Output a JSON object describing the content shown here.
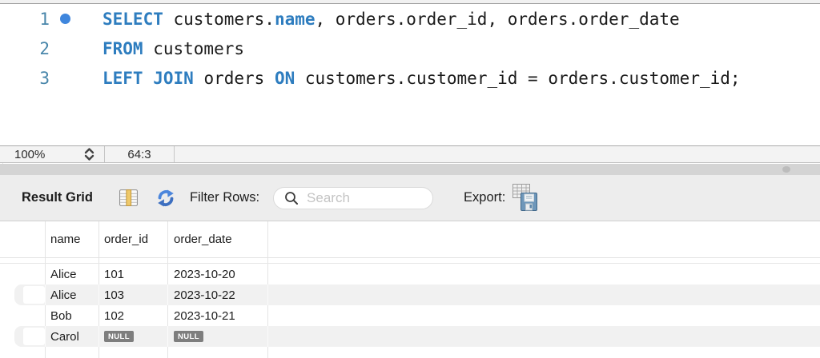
{
  "editor": {
    "lines": [
      {
        "number": "1",
        "has_marker": true,
        "segments": [
          {
            "type": "keyword",
            "text": "SELECT"
          },
          {
            "type": "plain",
            "text": " customers."
          },
          {
            "type": "keyword",
            "text": "name"
          },
          {
            "type": "plain",
            "text": ", orders.order_id, orders.order_date"
          }
        ]
      },
      {
        "number": "2",
        "has_marker": false,
        "segments": [
          {
            "type": "keyword",
            "text": "FROM"
          },
          {
            "type": "plain",
            "text": " customers"
          }
        ]
      },
      {
        "number": "3",
        "has_marker": false,
        "segments": [
          {
            "type": "keyword",
            "text": "LEFT JOIN"
          },
          {
            "type": "plain",
            "text": " orders "
          },
          {
            "type": "keyword",
            "text": "ON"
          },
          {
            "type": "plain",
            "text": " customers.customer_id = orders.customer_id;"
          }
        ]
      }
    ]
  },
  "status_bar": {
    "zoom_level": "100%",
    "cursor_position": "64:3"
  },
  "result_toolbar": {
    "title": "Result Grid",
    "filter_label": "Filter Rows:",
    "search_placeholder": "Search",
    "search_value": "",
    "export_label": "Export:"
  },
  "grid": {
    "columns": [
      "name",
      "order_id",
      "order_date"
    ],
    "null_label": "NULL",
    "rows": [
      {
        "name": "Alice",
        "order_id": "101",
        "order_date": "2023-10-20"
      },
      {
        "name": "Alice",
        "order_id": "103",
        "order_date": "2023-10-22"
      },
      {
        "name": "Bob",
        "order_id": "102",
        "order_date": "2023-10-21"
      },
      {
        "name": "Carol",
        "order_id": null,
        "order_date": null
      }
    ]
  },
  "colors": {
    "keyword_blue": "#2e7dbf",
    "line_number_teal": "#4886aa",
    "statement_marker_blue": "#3f86dd",
    "refresh_icon_blue": "#4c86dc",
    "grid_icon_gold": "#eec96b",
    "export_floppy_blue": "#6e97ba",
    "null_badge_gray": "#7e7e7e",
    "row_stripe": "#f1f1f1",
    "toolbar_bg": "#ededed",
    "splitter_bg": "#d4d4d4",
    "status_bar_bg": "#f3f3f3"
  }
}
